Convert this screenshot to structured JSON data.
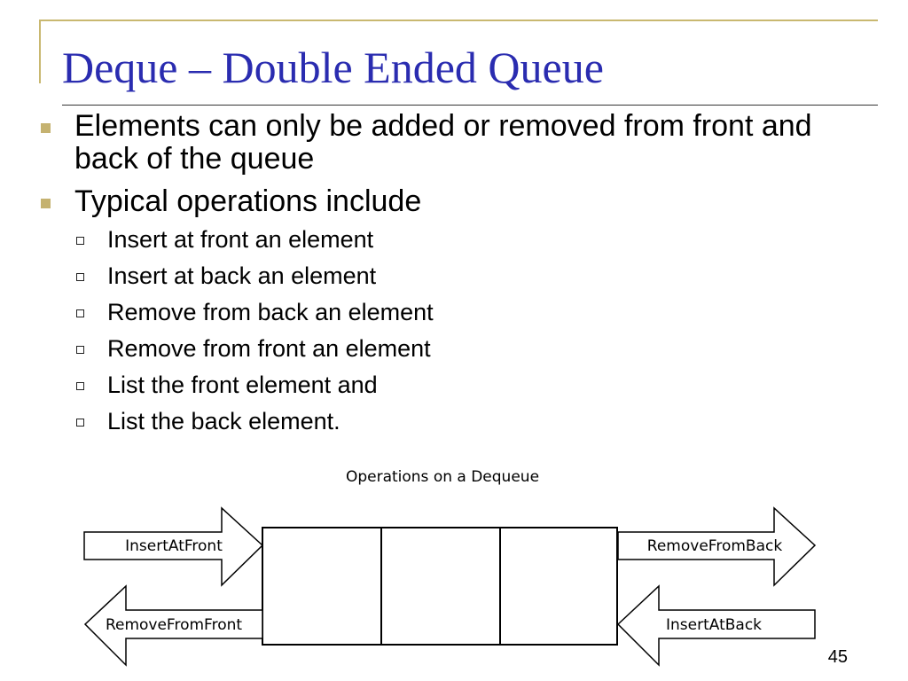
{
  "slide": {
    "title": "Deque – Double Ended Queue",
    "bullets": [
      "Elements can only be added or removed from front and back of the queue",
      "Typical operations include"
    ],
    "sub_bullets": [
      "Insert at front an element",
      "Insert at back an element",
      "Remove from back an element",
      "Remove from front an element",
      "List the front element and",
      "List the back element."
    ],
    "page_number": "45",
    "colors": {
      "title": "#2a2cb0",
      "accent": "#c5b270"
    }
  },
  "diagram": {
    "caption": "Operations on a Dequeue",
    "arrows": {
      "insert_at_front": "InsertAtFront",
      "remove_from_back": "RemoveFromBack",
      "remove_from_front": "RemoveFromFront",
      "insert_at_back": "InsertAtBack"
    }
  }
}
